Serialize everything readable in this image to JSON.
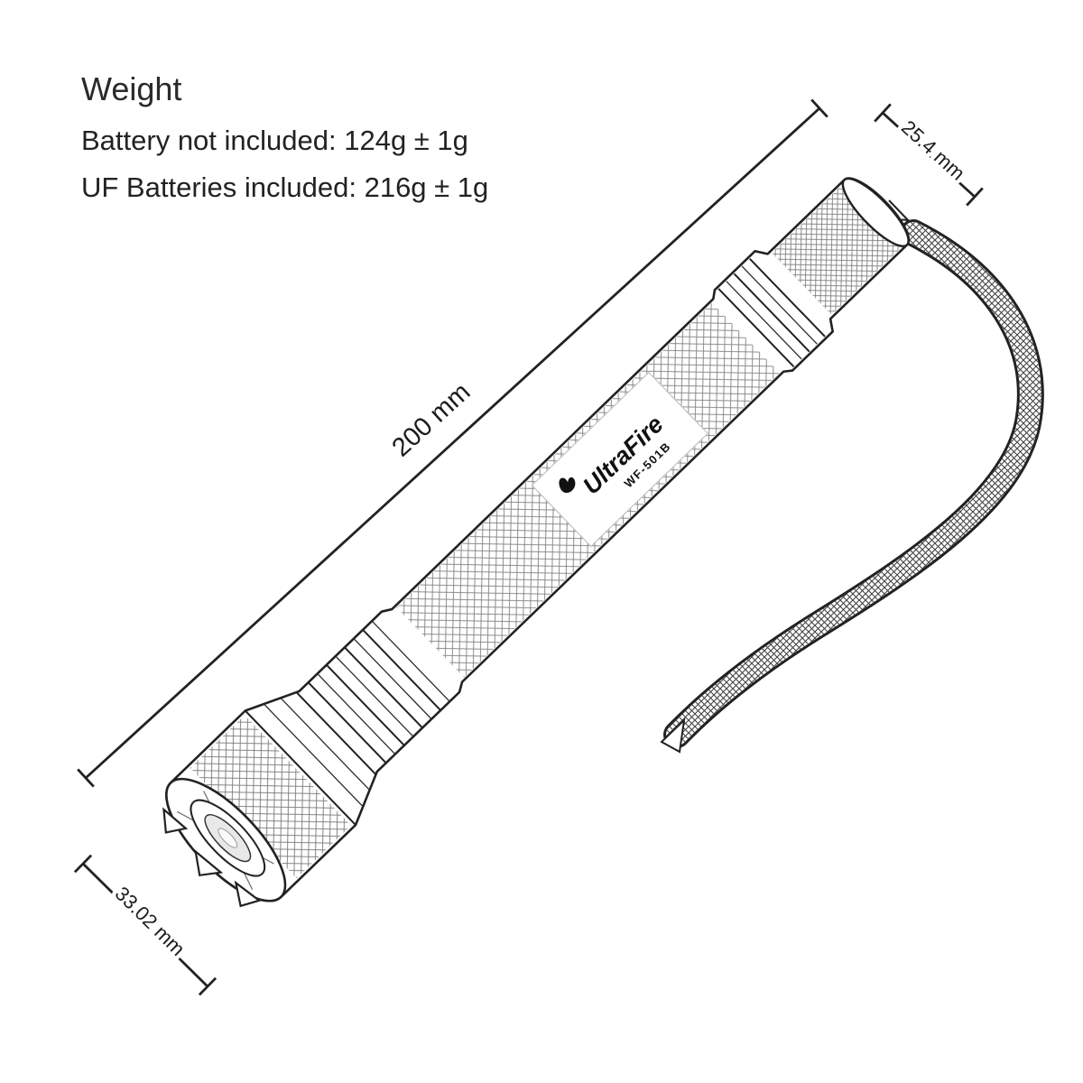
{
  "heading": {
    "title": "Weight",
    "line1": "Battery not included: 124g ± 1g",
    "line2": "UF Batteries included: 216g ± 1g"
  },
  "dimensions": {
    "length_label": "200 mm",
    "tail_diameter_label": "25.4 mm",
    "head_diameter_label": "33.02 mm"
  },
  "flashlight": {
    "brand": "UltraFire",
    "model": "WF-501B"
  },
  "colors": {
    "line": "#1f1f1f",
    "background": "#ffffff"
  }
}
